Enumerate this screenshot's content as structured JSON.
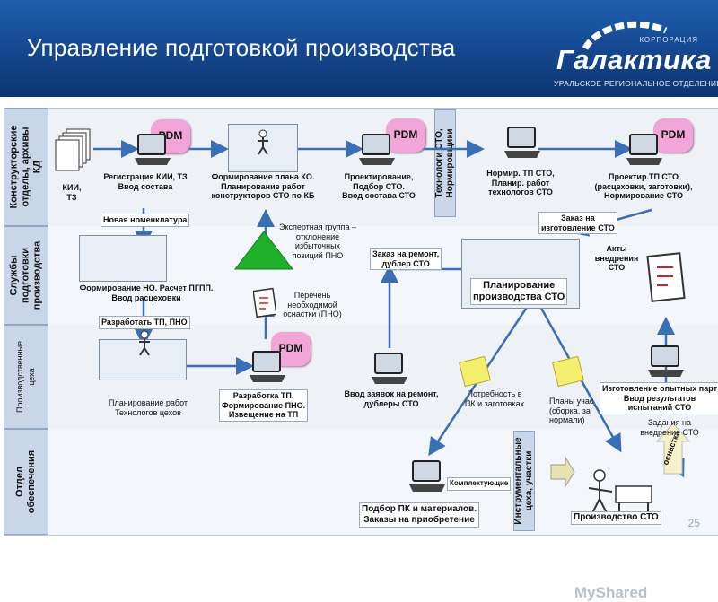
{
  "header": {
    "title": "Управление подготовкой производства",
    "logo_corp": "КОРПОРАЦИЯ",
    "logo_name": "Галактика",
    "logo_sub": "УРАЛЬСКОЕ РЕГИОНАЛЬНОЕ ОТДЕЛЕНИЕ"
  },
  "lanes": [
    {
      "label": "Конструкторские\nотделы, архивы\nКД"
    },
    {
      "label": "Службы\nподготовки\nпроизводства"
    },
    {
      "label": "Производственные\nцеха"
    },
    {
      "label": "Отдел\nобеспечения"
    }
  ],
  "vertical_lanes": [
    {
      "label": "Технологи СТО,\nНормировщики"
    },
    {
      "label": "Инструментальные\nцеха, участки"
    }
  ],
  "pdm_label": "PDM",
  "nodes": {
    "kii": "КИИ,\nТЗ",
    "reg_kii": "Регистрация КИИ, ТЗ\nВвод состава",
    "new_nomenclature": "Новая номенклатура",
    "form_plan_ko": "Формирование плана КО.\nПланирование работ\nконструкторов СТО по КБ",
    "design_sto": "Проектирование,\nПодбор СТО.\nВвод состава СТО",
    "norm_tp_sto": "Нормир. ТП СТО,\nПланир. работ\nтехнологов СТО",
    "design_tp_sto": "Проектир.ТП СТО\n(расцеховки, заготовки),\nНормирование СТО",
    "order_manuf": "Заказ на\nизготовление СТО",
    "form_no": "Формирование НО. Расчет ПГПП.\nВвод расцеховки",
    "develop_tp_pno": "Разработать ТП, ПНО",
    "expert_group": "Экспертная группа –\nотклонение\nизбыточных\nпозиций ПНО",
    "list_pno": "Перечень\nнеобходимой\nоснастки (ПНО)",
    "repair_order": "Заказ на ремонт,\nдублер СТО",
    "plan_sto": "Планирование\nпроизводства СТО",
    "acts": "Акты\nвнедрения\nСТО",
    "plan_shops": "Планирование работ\nТехнологов цехов",
    "develop_tp": "Разработка ТП.\nФормирование ПНО.\nИзвещение на ТП",
    "input_repair": "Ввод заявок на ремонт,\nдублеры СТО",
    "need_pk": "Потребность в\nПК и заготовках",
    "plans_part": "Планы учас\n(сборка, за\nнормали)",
    "make_prototype": "Изготовление опытных парт\nВвод результатов\nиспытаний СТО",
    "tasks_impl": "Задания на\nвнедрение СТО",
    "complectuyuschie": "Комплектующие",
    "select_pk": "Подбор ПК и материалов.\nЗаказы на приобретение",
    "prod_sto": "Производство СТО",
    "osnastka": "оснастка"
  },
  "watermark": "MyShared",
  "page_number": "25",
  "colors": {
    "header": "#14468e",
    "arrow": "#3a6fb5",
    "pdm": "#f2a6d8",
    "triangle": "#1fb02a",
    "note": "#f4ef6e",
    "lane_label": "#c9d6e8"
  }
}
